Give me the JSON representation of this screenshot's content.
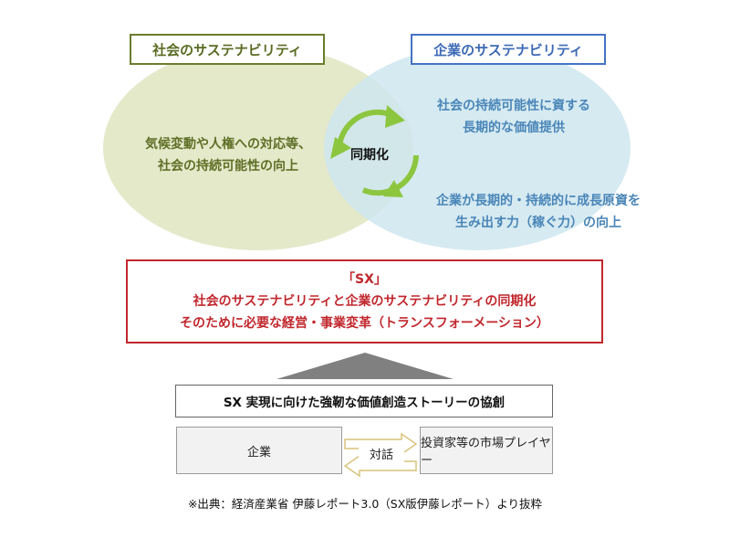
{
  "circles": {
    "society": {
      "title": "社会のサステナビリティ",
      "line1": "気候変動や人権への対応等、",
      "line2": "社会の持続可能性の向上",
      "color": "#6a7d2e",
      "fill": "#e3e8c8"
    },
    "company": {
      "title": "企業のサステナビリティ",
      "line1": "社会の持続可能性に資する",
      "line2": "長期的な価値提供",
      "line3": "企業が長期的・持続的に成長原資を",
      "line4": "生み出す力（稼ぐ力）の向上",
      "color": "#4473c4",
      "fill": "#cfe8ee"
    }
  },
  "center": {
    "label": "同期化",
    "arrow_color": "#8cc63f"
  },
  "sx": {
    "title": "「SX」",
    "line1": "社会のサステナビリティと企業のサステナビリティの同期化",
    "line2": "そのために必要な経営・事業変革（トランスフォーメーション）",
    "color": "#c1272d"
  },
  "story": {
    "label": "SX 実現に向けた強靭な価値創造ストーリーの協創"
  },
  "dialogue": {
    "left": "企業",
    "middle": "対話",
    "right": "投資家等の市場プレイヤー"
  },
  "source": "※出典：経済産業省 伊藤レポート3.0（SX版伊藤レポート）より抜粋"
}
